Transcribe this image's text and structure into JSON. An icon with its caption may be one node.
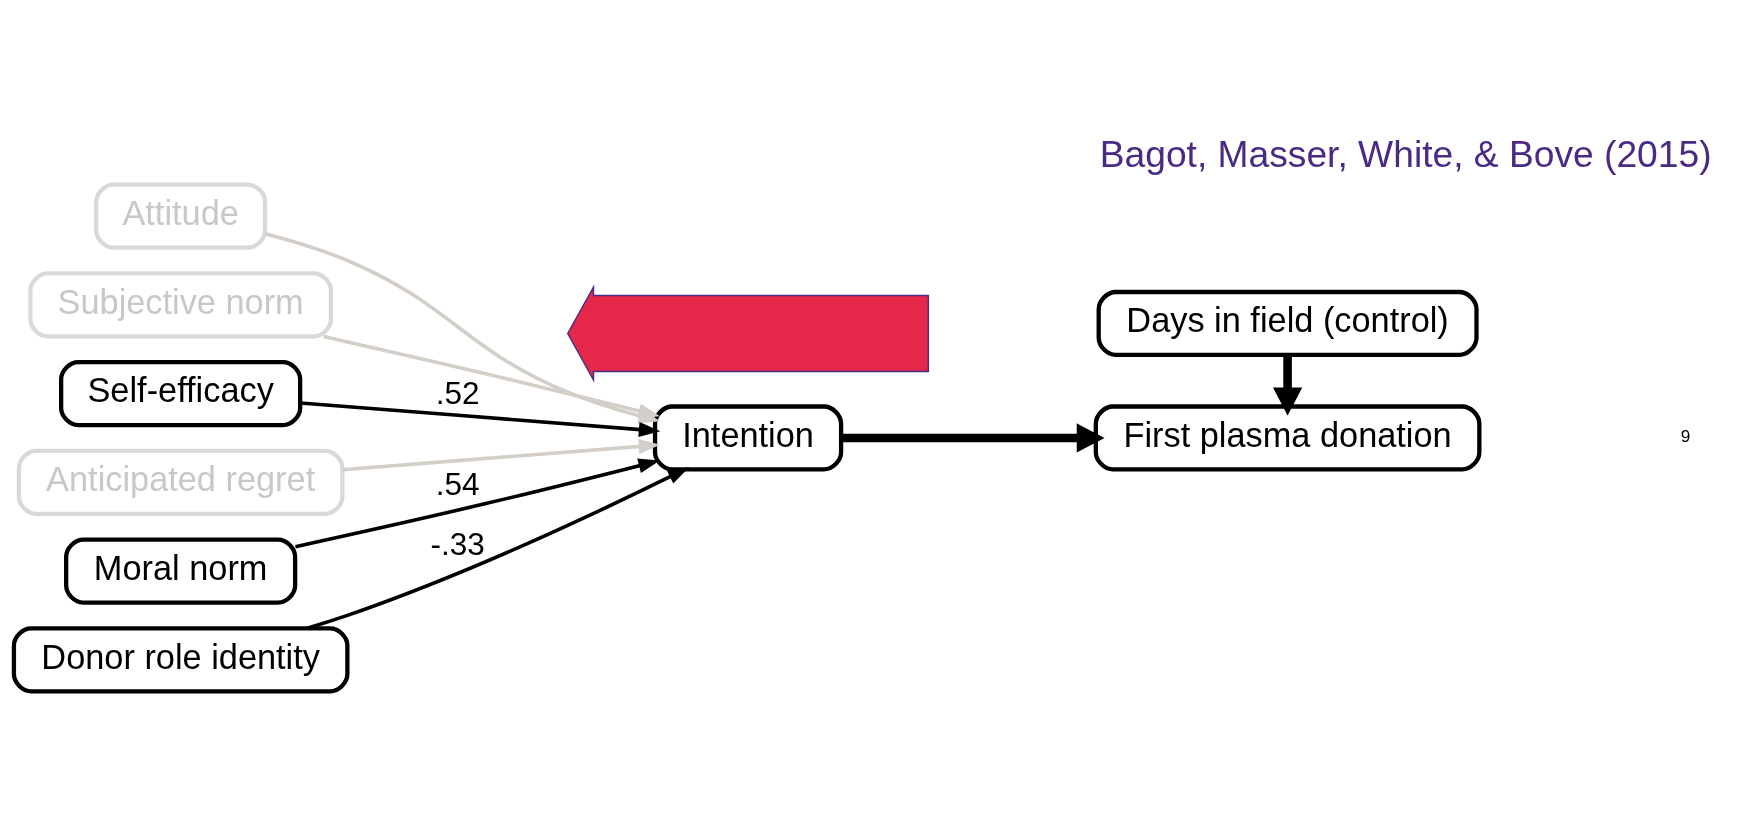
{
  "diagram": {
    "title": "Bagot, Masser, White, & Bove (2015)",
    "nodes": [
      {
        "text": [
          "Attitude"
        ]
      },
      {
        "text": [
          "Subjective norm"
        ]
      },
      {
        "text": [
          "Self-efficacy"
        ]
      },
      {
        "text": [
          "Anticipated regret"
        ]
      },
      {
        "text": [
          "Moral norm"
        ]
      },
      {
        "text": [
          "Donor role identity"
        ]
      },
      {
        "text": [
          "Intention"
        ]
      },
      {
        "text": [
          "Days in field (control)"
        ]
      },
      {
        "text": [
          "First plasma donation"
        ]
      },
      {
        "text": [],
        "shape": "arrow"
      }
    ],
    "edges": [
      {
        "from": 0,
        "to": 6,
        "arrow": "to",
        "color": "#d3cec8"
      },
      {
        "from": 1,
        "to": 6,
        "arrow": "to",
        "color": "#d3cec8"
      },
      {
        "from": 2,
        "to": 6,
        "arrow": "to",
        "label": ".52"
      },
      {
        "from": 3,
        "to": 6,
        "arrow": "to",
        "color": "#d3cec8"
      },
      {
        "from": 4,
        "to": 6,
        "arrow": "to",
        "label": ".54"
      },
      {
        "from": 5,
        "to": 6,
        "arrow": "to",
        "label": "-.33"
      },
      {
        "from": 6,
        "to": 8,
        "arrow": "to",
        "style": "thick"
      },
      {
        "from": 7,
        "to": 8,
        "arrow": "to",
        "style": "thick"
      }
    ],
    "labels": [
      "9"
    ]
  }
}
